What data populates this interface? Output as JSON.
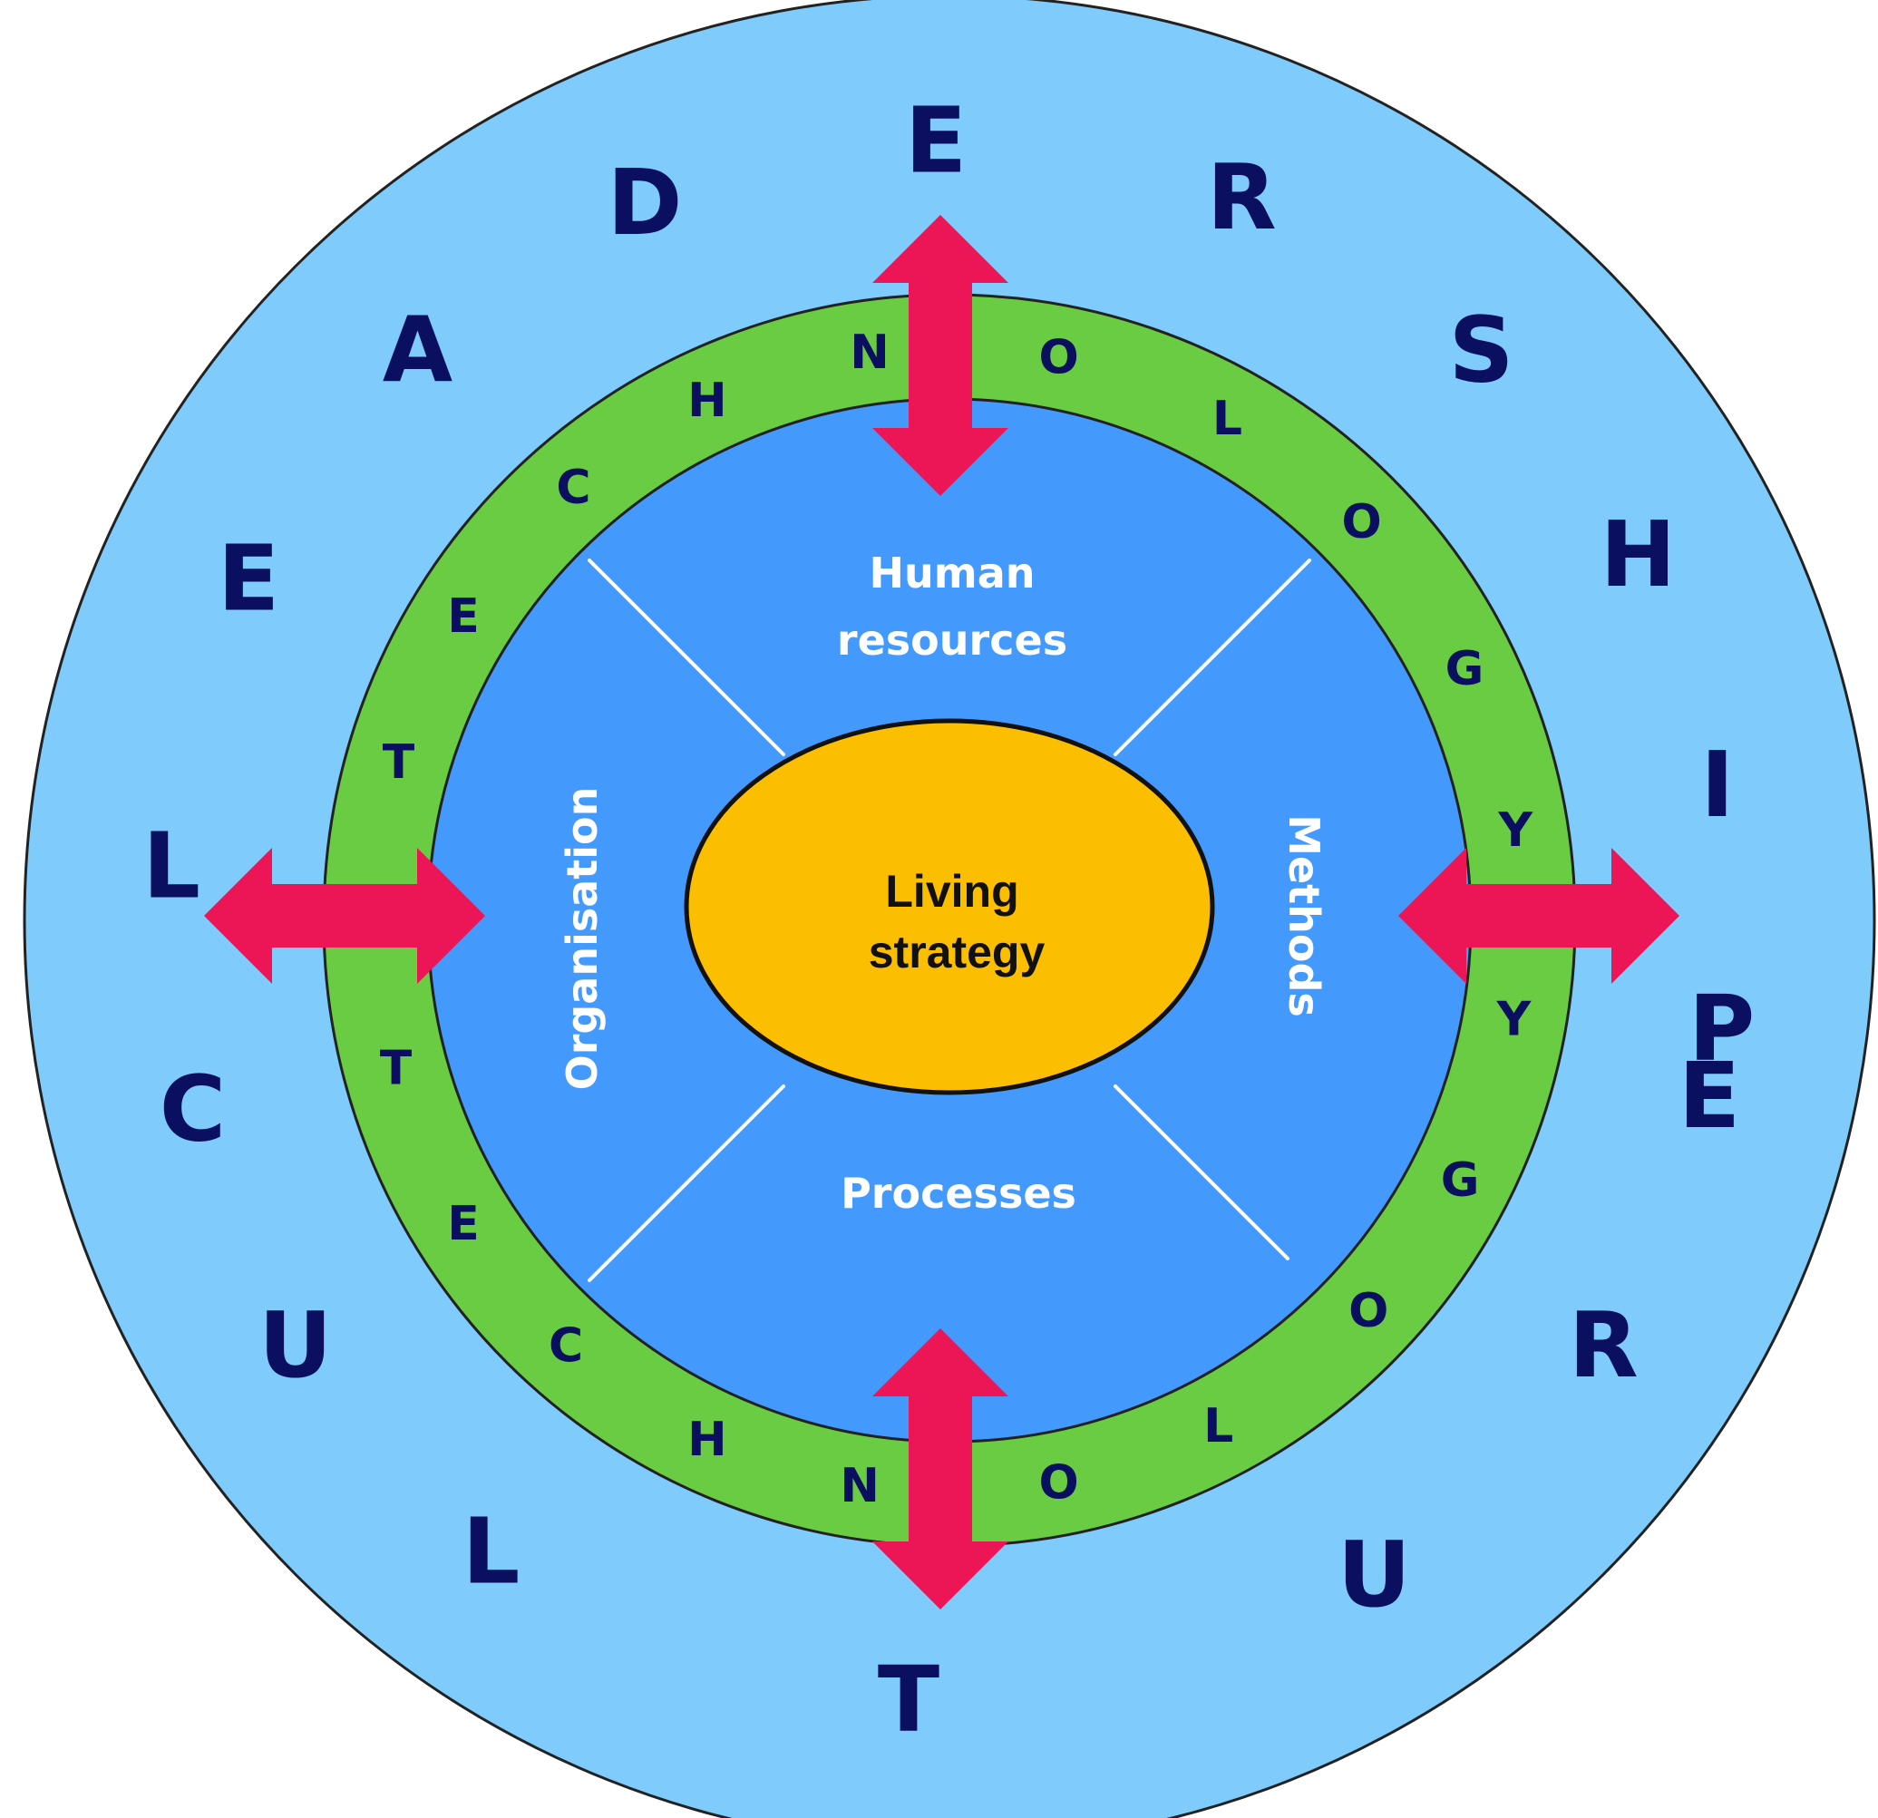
{
  "colors": {
    "outer_ring": "#7fccfc",
    "technology_ring": "#6acc42",
    "inner_disc": "#4399fc",
    "core": "#fcbe00",
    "arrow": "#ec1556",
    "letters": "#0a0f60",
    "outline": "#222222",
    "divider": "#ffffff"
  },
  "outer_ring": {
    "words": [
      {
        "name": "leadership",
        "letters": [
          "L",
          "E",
          "A",
          "D",
          "E",
          "R",
          "S",
          "H",
          "I",
          "P"
        ]
      },
      {
        "name": "culture",
        "letters": [
          "C",
          "U",
          "L",
          "T",
          "U",
          "R",
          "E"
        ]
      }
    ]
  },
  "technology_ring": {
    "words": [
      {
        "name": "technology-upper",
        "letters": [
          "T",
          "E",
          "C",
          "H",
          "N",
          "O",
          "L",
          "O",
          "G",
          "Y"
        ]
      },
      {
        "name": "technology-lower",
        "letters": [
          "T",
          "E",
          "C",
          "H",
          "N",
          "O",
          "L",
          "O",
          "G",
          "Y"
        ]
      }
    ]
  },
  "quadrants": {
    "top": {
      "line1": "Human",
      "line2": "resources"
    },
    "left": {
      "label": "Organisation"
    },
    "right": {
      "label": "Methods"
    },
    "bottom": {
      "label": "Processes"
    }
  },
  "core": {
    "line1": "Living",
    "line2": "strategy"
  },
  "arrows": [
    "top",
    "right",
    "bottom",
    "left"
  ]
}
